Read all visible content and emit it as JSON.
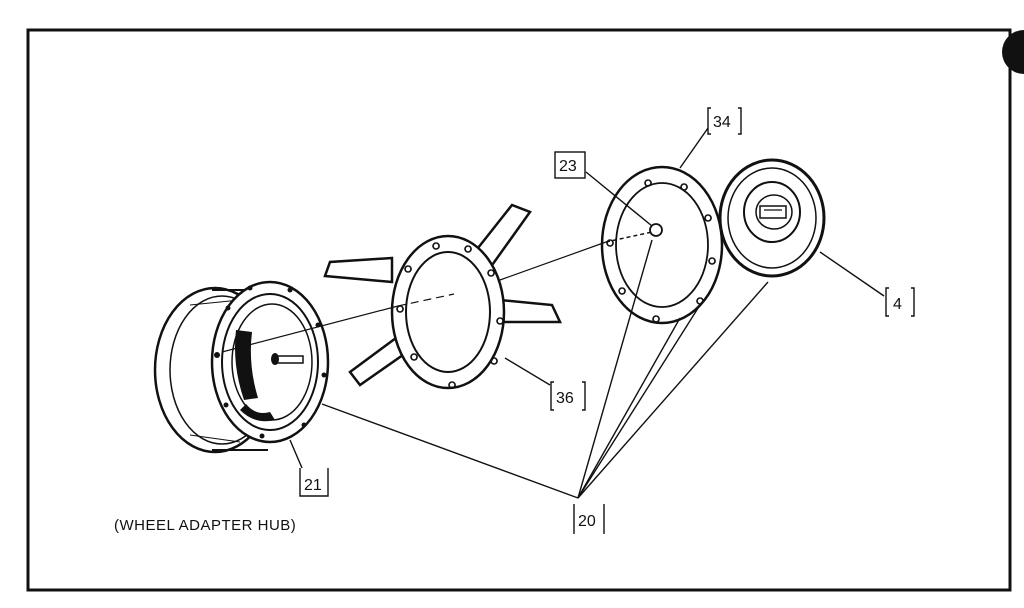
{
  "diagram": {
    "callouts": {
      "c4": "4",
      "c20": "20",
      "c21": "21",
      "c23": "23",
      "c34": "34",
      "c36": "36"
    },
    "caption": "(WHEEL ADAPTER HUB)",
    "colors": {
      "ink": "#111111",
      "paper": "#ffffff"
    }
  }
}
